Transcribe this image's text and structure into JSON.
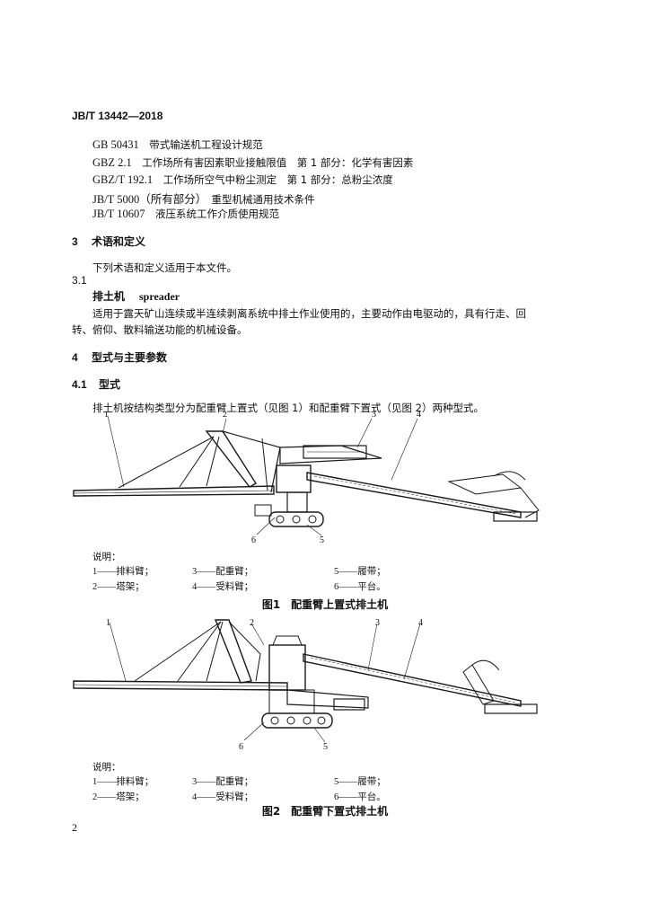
{
  "header": {
    "standard_no": "JB/T 13442—2018"
  },
  "references": [
    {
      "code": "GB 50431",
      "title": "带式输送机工程设计规范"
    },
    {
      "code": "GBZ 2.1",
      "title": "工作场所有害因素职业接触限值　第 1 部分：化学有害因素"
    },
    {
      "code": "GBZ/T 192.1",
      "title": "工作场所空气中粉尘测定　第 1 部分：总粉尘浓度"
    },
    {
      "code": "JB/T 5000（所有部分）",
      "title": "重型机械通用技术条件"
    },
    {
      "code": "JB/T 10607",
      "title": "液压系统工作介质使用规范"
    }
  ],
  "section3": {
    "number": "3",
    "title": "术语和定义",
    "intro": "下列术语和定义适用于本文件。",
    "term_number": "3.1",
    "term_cn": "排土机",
    "term_en": "spreader",
    "definition_line1": "适用于露天矿山连续或半连续剥离系统中排土作业使用的，主要动作由电驱动的，具有行走、回",
    "definition_line2": "转、俯仰、散料输送功能的机械设备。"
  },
  "section4": {
    "number": "4",
    "title": "型式与主要参数",
    "sub_number": "4.1",
    "sub_title": "型式",
    "text": "排土机按结构类型分为配重臂上置式（见图 1）和配重臂下置式（见图 2）两种型式。"
  },
  "figure1": {
    "callouts": [
      "1",
      "2",
      "3",
      "4",
      "5",
      "6"
    ],
    "legend_title": "说明：",
    "legend": [
      "1——排料臂；",
      "3——配重臂；",
      "5——履带；",
      "2——塔架；",
      "4——受料臂；",
      "6——平台。"
    ],
    "caption": "图1　配重臂上置式排土机"
  },
  "figure2": {
    "callouts": [
      "1",
      "2",
      "3",
      "4",
      "5",
      "6"
    ],
    "legend_title": "说明：",
    "legend": [
      "1——排料臂；",
      "3——配重臂；",
      "5——履带；",
      "2——塔架；",
      "4——受料臂；",
      "6——平台。"
    ],
    "caption": "图2　配重臂下置式排土机"
  },
  "footer": {
    "page_number": "2"
  }
}
